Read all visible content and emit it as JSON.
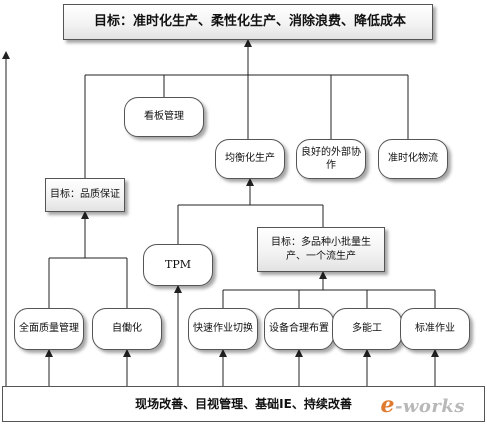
{
  "diagram": {
    "goal_top": "目标：准时化生产、柔性化生产、消除浪费、降低成本",
    "kanban": "看板管理",
    "leveling": "均衡化生产",
    "partnership": "良好的外部协作",
    "jit_logistics": "准时化物流",
    "quality_goal": "目标：品质保证",
    "tpm": "TPM",
    "small_lot_goal": "目标：多品种小批量生产、一个流生产",
    "tqm": "全面质量管理",
    "jidoka": "自働化",
    "quick_changeover": "快速作业切换",
    "layout": "设备合理布置",
    "multi_skill": "多能工",
    "standard_work": "标准作业",
    "base": "现场改善、目视管理、基础IE、持续改善"
  },
  "watermark": {
    "e": "e",
    "rest": "-works"
  },
  "colors": {
    "line": "#222222",
    "border": "#555555",
    "shadow": "#999999"
  }
}
